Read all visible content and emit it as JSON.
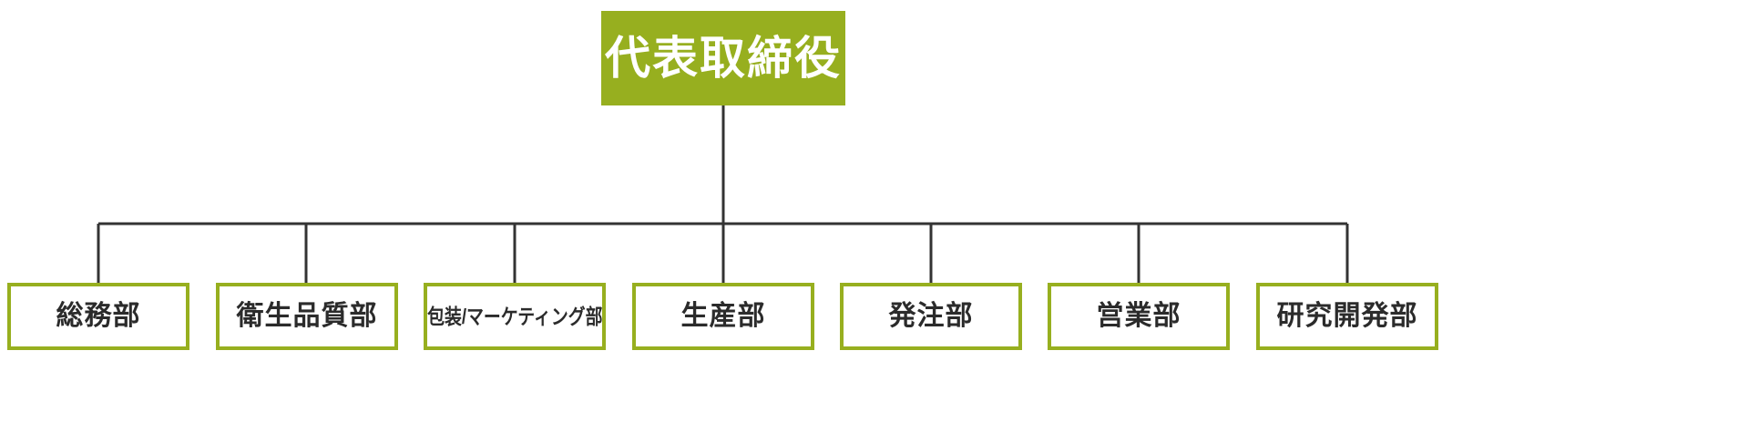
{
  "chart_data": {
    "type": "diagram",
    "diagram_kind": "organizational-chart",
    "orientation": "top-down",
    "levels": 2,
    "root": {
      "label": "代表取締役",
      "fill": "#97AF1F",
      "text_color": "#FFFFFF"
    },
    "children": [
      {
        "label": "総務部"
      },
      {
        "label": "衛生品質部"
      },
      {
        "label": "包装/マーケティング部"
      },
      {
        "label": "生産部"
      },
      {
        "label": "発注部"
      },
      {
        "label": "営業部"
      },
      {
        "label": "研究開発部"
      }
    ],
    "edges": [
      {
        "from": "代表取締役",
        "to": "総務部"
      },
      {
        "from": "代表取締役",
        "to": "衛生品質部"
      },
      {
        "from": "代表取締役",
        "to": "包装/マーケティング部"
      },
      {
        "from": "代表取締役",
        "to": "生産部"
      },
      {
        "from": "代表取締役",
        "to": "発注部"
      },
      {
        "from": "代表取締役",
        "to": "営業部"
      },
      {
        "from": "代表取締役",
        "to": "研究開発部"
      }
    ],
    "colors": {
      "accent": "#97AF1F",
      "node_border": "#97AF1F",
      "node_fill": "#FFFFFF",
      "connector": "#333333",
      "root_text": "#FFFFFF",
      "child_text": "#2B2B2B",
      "background": "#FFFFFF"
    }
  },
  "chart": {
    "root": {
      "label": "代表取締役"
    },
    "departments": [
      {
        "label": "総務部"
      },
      {
        "label": "衛生品質部"
      },
      {
        "label": "包装/マーケティング部"
      },
      {
        "label": "生産部"
      },
      {
        "label": "発注部"
      },
      {
        "label": "営業部"
      },
      {
        "label": "研究開発部"
      }
    ]
  }
}
